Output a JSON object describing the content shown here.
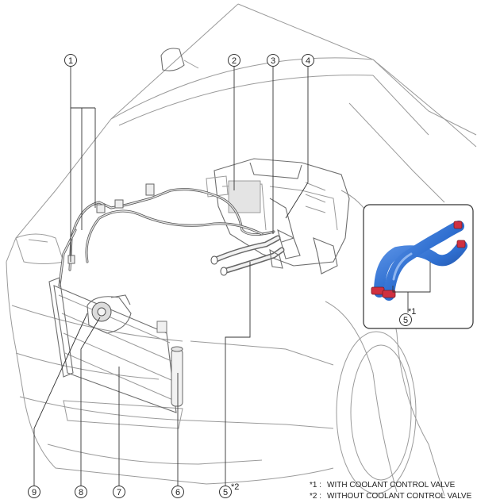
{
  "callouts": [
    {
      "id": "c1",
      "label": "1"
    },
    {
      "id": "c2",
      "label": "2"
    },
    {
      "id": "c3",
      "label": "3"
    },
    {
      "id": "c4",
      "label": "4"
    },
    {
      "id": "c5",
      "label": "5"
    },
    {
      "id": "c5i",
      "label": "5"
    },
    {
      "id": "c6",
      "label": "6"
    },
    {
      "id": "c7",
      "label": "7"
    },
    {
      "id": "c8",
      "label": "8"
    },
    {
      "id": "c9",
      "label": "9"
    }
  ],
  "notes": {
    "main_mark": "*2",
    "inset_mark": "*1"
  },
  "legend": [
    {
      "mark": "*1 :",
      "text": "WITH COOLANT CONTROL VALVE"
    },
    {
      "mark": "*2 :",
      "text": "WITHOUT COOLANT CONTROL VALVE"
    }
  ],
  "colors": {
    "hose_blue": "#2f6fd0",
    "hose_dark": "#1a3f8a",
    "hose_end": "#d03040"
  }
}
